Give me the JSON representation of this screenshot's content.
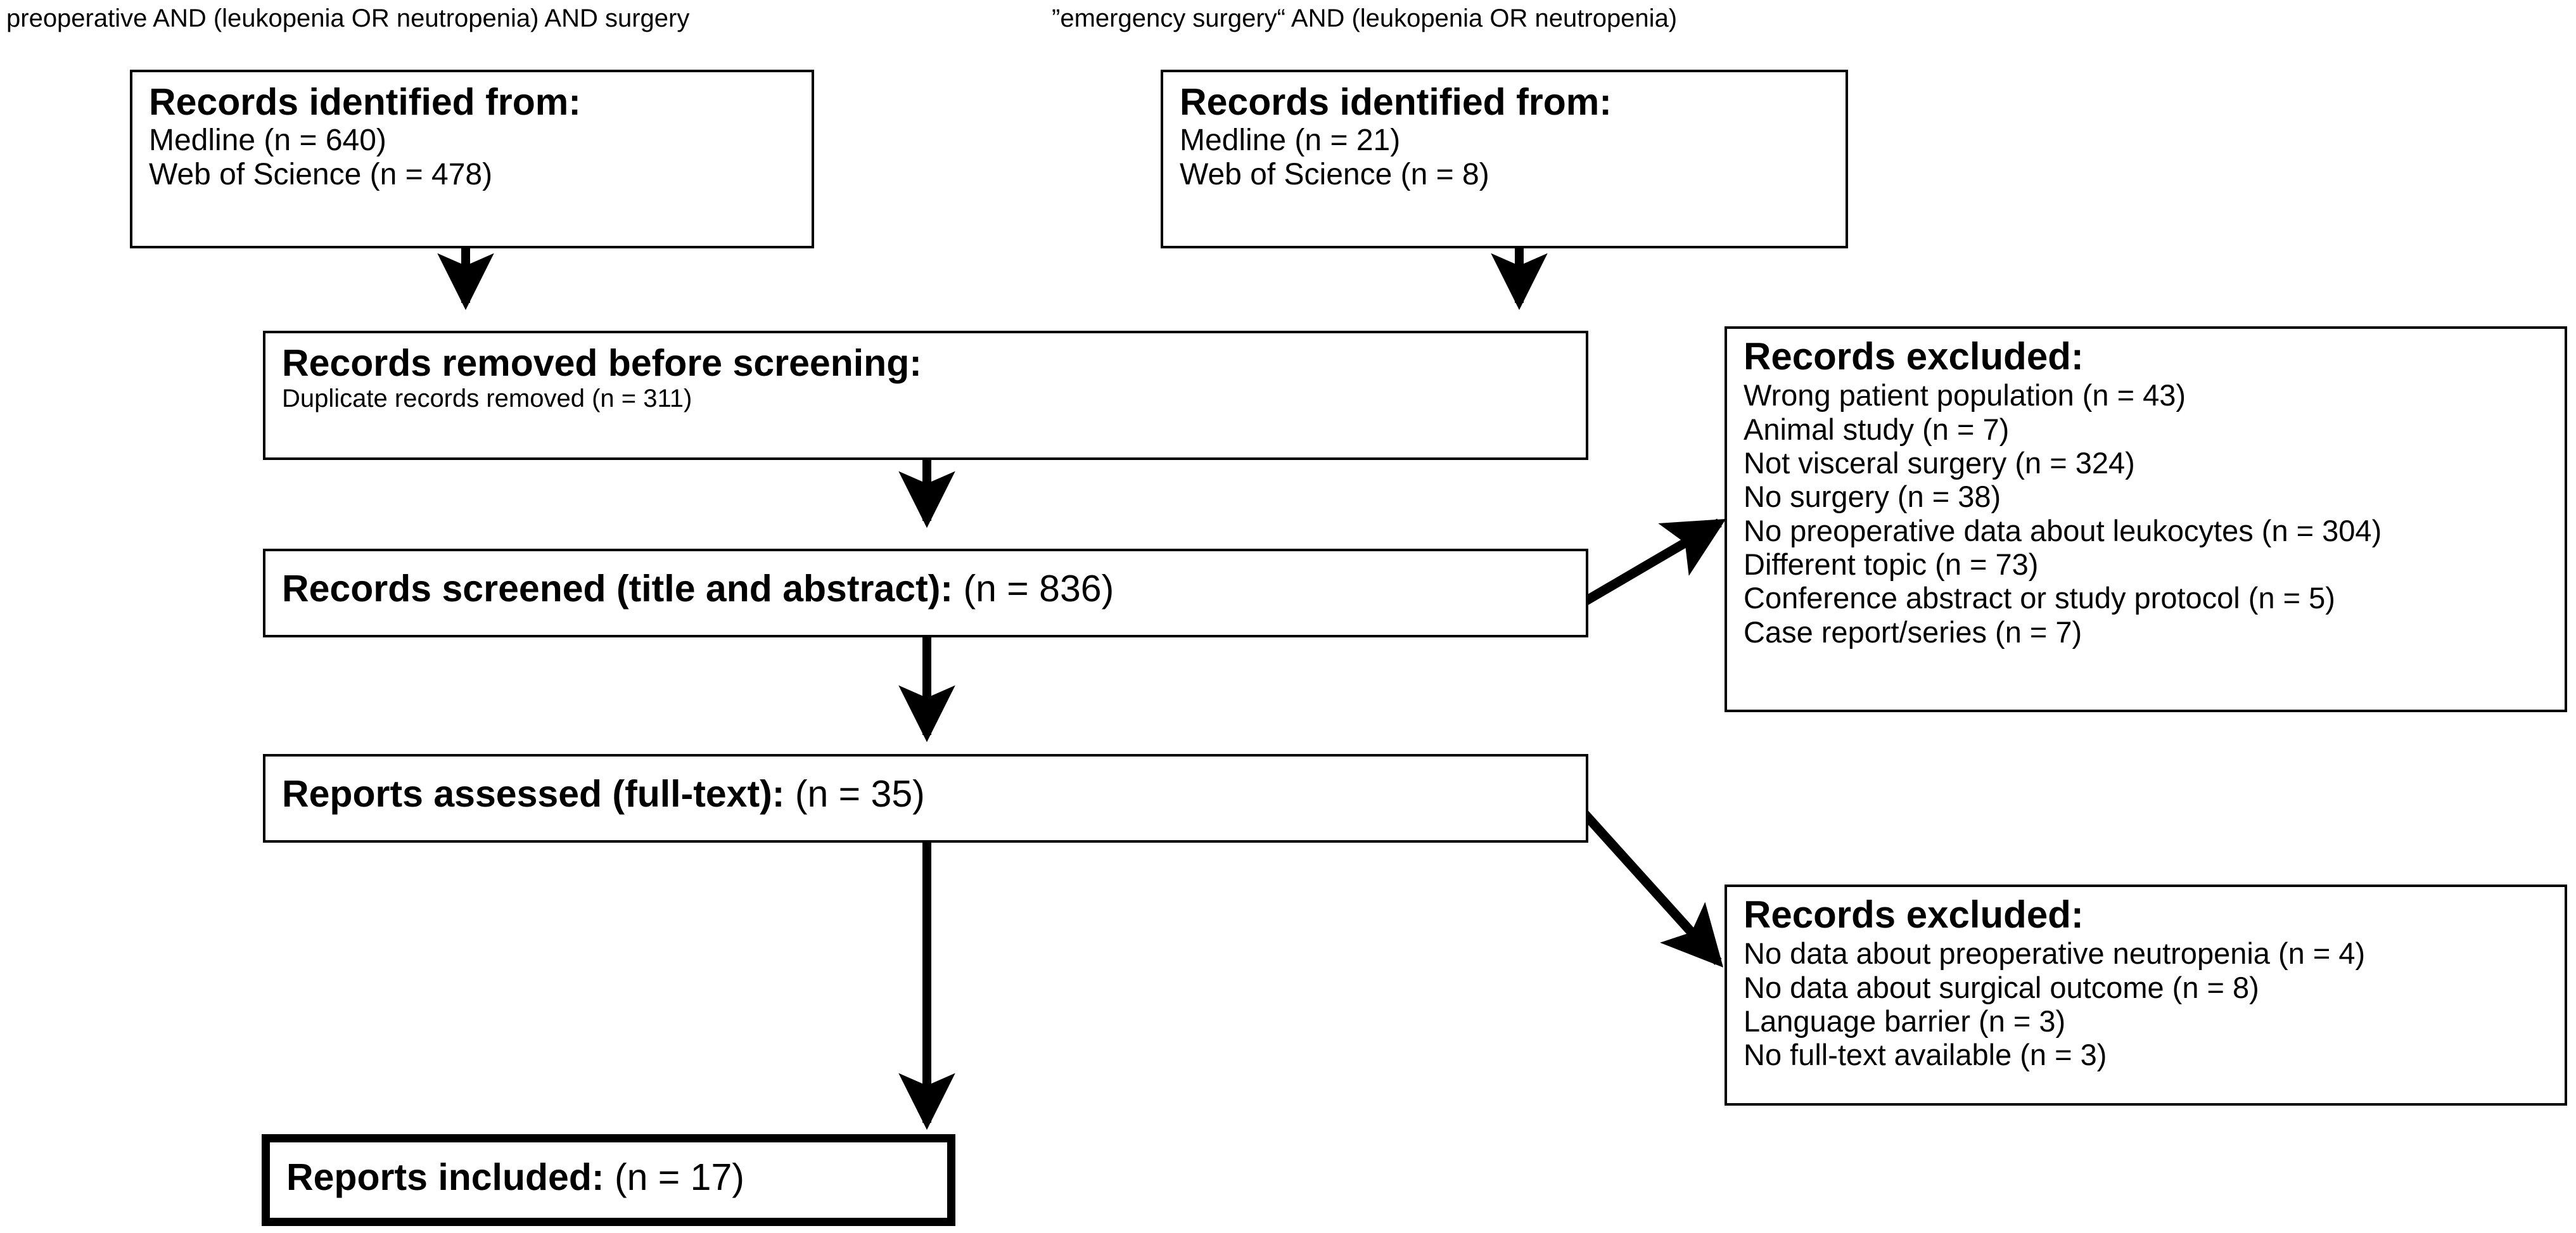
{
  "diagram": {
    "type": "prisma-flow-diagram",
    "queries": [
      {
        "id": "query-left",
        "text": "preoperative AND (leukopenia OR neutropenia) AND surgery"
      },
      {
        "id": "query-right",
        "text": "”emergency surgery“ AND (leukopenia OR neutropenia)"
      }
    ],
    "boxes": {
      "identified_left": {
        "title": "Records identified from:",
        "lines": [
          "Medline (n = 640)",
          "Web of Science (n = 478)"
        ]
      },
      "identified_right": {
        "title": "Records identified from:",
        "lines": [
          "Medline (n = 21)",
          "Web of Science (n = 8)"
        ]
      },
      "removed_before_screening": {
        "title": "Records removed before screening:",
        "lines": [
          "Duplicate records removed (n = 311)"
        ]
      },
      "screened": {
        "title": "Records screened (title and abstract):",
        "count": "(n = 836)"
      },
      "assessed": {
        "title": "Reports assessed (full-text):",
        "count": "(n = 35)"
      },
      "included": {
        "title": "Reports included:",
        "count": "(n = 17)"
      },
      "excluded_screening": {
        "title": "Records excluded:",
        "lines": [
          "Wrong patient population (n = 43)",
          "Animal study (n = 7)",
          "Not visceral surgery (n = 324)",
          "No surgery (n = 38)",
          "No preoperative data about leukocytes (n = 304)",
          "Different topic (n = 73)",
          "Conference abstract or study protocol (n = 5)",
          "Case report/series (n = 7)"
        ]
      },
      "excluded_fulltext": {
        "title": "Records excluded:",
        "lines": [
          "No data about preoperative neutropenia (n = 4)",
          "No data about surgical outcome (n = 8)",
          "Language barrier (n = 3)",
          "No full-text available (n = 3)"
        ]
      }
    },
    "colors": {
      "stroke": "#000000",
      "background": "#ffffff",
      "text": "#000000"
    }
  }
}
